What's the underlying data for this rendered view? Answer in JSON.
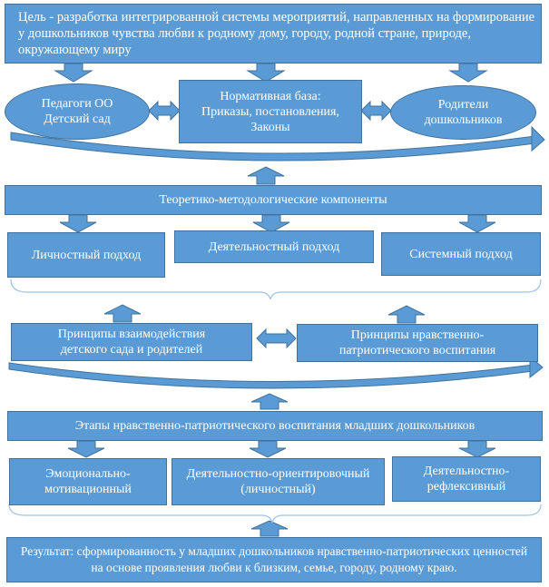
{
  "goal": "Цель -  разработка интегрированной системы мероприятий, направленных на формирование у дошкольников чувства любви к родному дому, городу, родной стране, природе, окружающему миру",
  "actors": {
    "teachers": "Педагоги ОО\nДетский сад",
    "normative": "Нормативная база:\nПриказы, постановления,\nЗаконы",
    "parents": "Родители\nдошкольников"
  },
  "theory": {
    "title": "Теоретико-методологические компоненты",
    "approaches": [
      "Личностный подход",
      "Деятельностный подход",
      "Системный подход"
    ]
  },
  "principles": {
    "interaction": "Принципы взаимодействия\nдетского сада и родителей",
    "moral": "Принципы нравственно-\nпатриотического воспитания"
  },
  "stages": {
    "title": "Этапы нравственно-патриотического воспитания младших дошкольников",
    "items": [
      "Эмоционально-\nмотивационный",
      "Деятельностно-ориентировочный\n(личностный)",
      "Деятельностно-\nрефлексивный"
    ]
  },
  "result": "Результат: сформированность у младших дошкольников нравственно-патриотических ценностей на основе проявления любви к близким, семье, городу, родному краю.",
  "colors": {
    "fill": "#5b9bd5",
    "stroke": "#41719c",
    "text": "#ffffff",
    "brace": "#9dc3e6"
  }
}
